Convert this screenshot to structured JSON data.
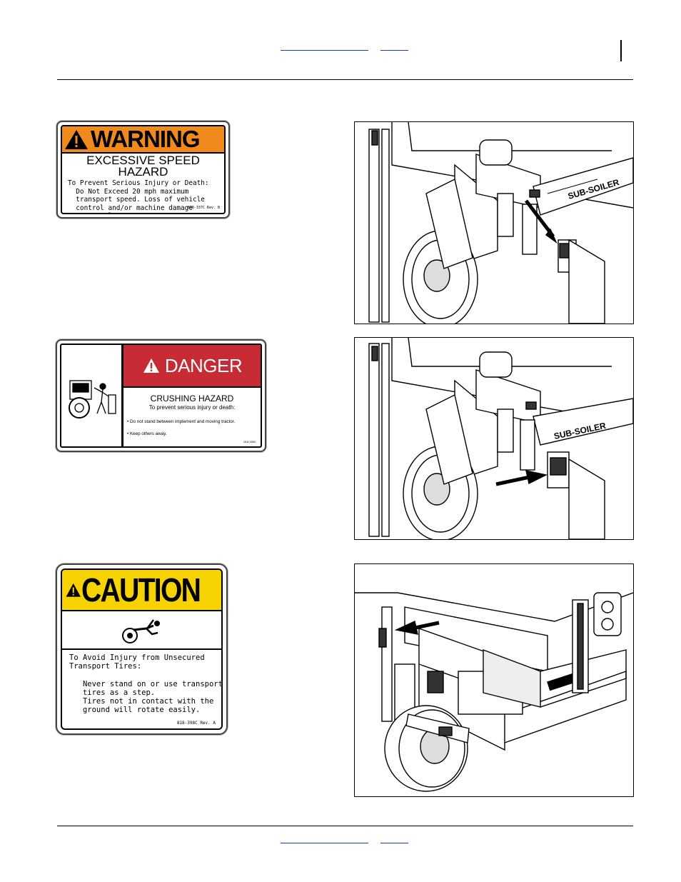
{
  "header": {
    "link1": "",
    "link2": ""
  },
  "footer": {
    "link1": "",
    "link2": ""
  },
  "warning_decal": {
    "signal_word": "WARNING",
    "hazard": "EXCESSIVE SPEED\nHAZARD",
    "body": "To Prevent Serious Injury or Death:\n  Do Not Exceed 20 mph maximum\n  transport speed. Loss of vehicle\n  control and/or machine damage\n  can result.",
    "code": "818-337C Rev. B"
  },
  "danger_decal": {
    "signal_word": "DANGER",
    "hazard": "CRUSHING HAZARD",
    "subtitle": "To prevent serious injury or death:",
    "bullet1": "• Do not stand between implement and moving tractor.",
    "bullet2": "• Keep others away.",
    "code": "818-399C"
  },
  "caution_decal": {
    "signal_word": "CAUTION",
    "body": "To Avoid Injury from Unsecured\nTransport Tires:\n\n   Never stand on or use transport\n   tires as a step.\n   Tires not in contact with the\n   ground will rotate easily.",
    "code": "818-398C Rev. A"
  },
  "photos": {
    "decal_text": "SUB-SOILER"
  }
}
